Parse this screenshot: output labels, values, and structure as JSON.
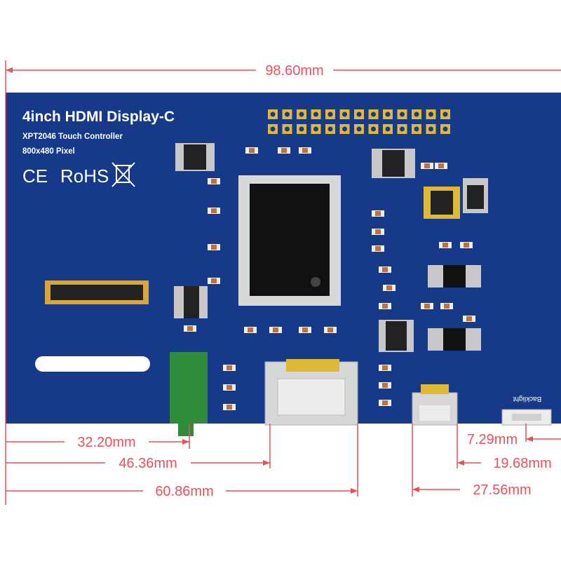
{
  "board": {
    "title": "4inch HDMI Display-C",
    "controller": "XPT2046 Touch Controller",
    "resolution": "800x480 Pixel",
    "certifications": [
      "CE",
      "RoHS"
    ],
    "backlight_label": "Backlight",
    "weee_icon": "crossed-bin-icon"
  },
  "dimensions": {
    "width": "98.60mm",
    "to_audio_jack": "32.20mm",
    "to_hdmi_left": "46.36mm",
    "to_hdmi_right": "60.86mm",
    "right_to_backlight": "7.29mm",
    "right_to_usb": "19.68mm",
    "right_to_usb_left": "27.56mm"
  },
  "colors": {
    "dimension_line": "#e8505c",
    "pcb": "#16398a",
    "header_pad": "#e0b838",
    "chip": "#111111",
    "connector_green": "#2f8c3a"
  }
}
